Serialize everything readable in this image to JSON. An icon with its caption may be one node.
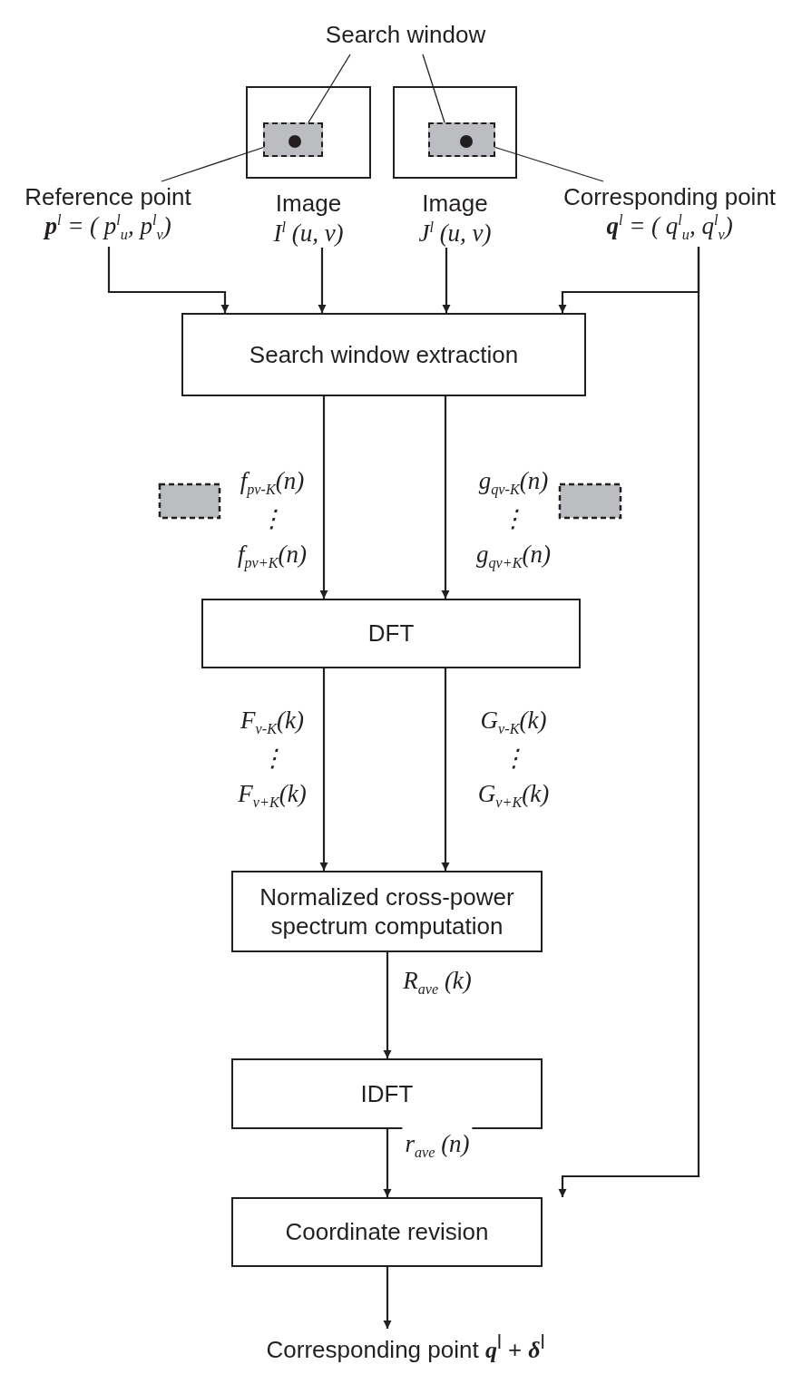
{
  "diagram": {
    "nodes": [
      {
        "text": [
          "Search window"
        ]
      },
      {
        "text": [
          "Image",
          "I$^{l}$ (u, v)"
        ]
      },
      {
        "text": [],
        "shape": "box",
        "in": 1
      },
      {
        "text": [],
        "shape": "circle",
        "in": 2
      },
      {
        "text": [
          "Image",
          "J$^{l}$ (u, v)"
        ]
      },
      {
        "text": [],
        "shape": "box",
        "in": 4
      },
      {
        "text": [],
        "shape": "circle",
        "in": 5
      },
      {
        "text": [
          "Reference point",
          "**p**$^{l}$ = ( p$^{l}$$_{u}$, p$^{l}$$_{v}$)"
        ]
      },
      {
        "text": [
          "Corresponding point",
          "**q**$^{l}$ = ( q$^{l}$$_{u}$, q$^{l}$$_{v}$)"
        ]
      },
      {
        "text": [
          "Search window extraction"
        ]
      },
      {
        "text": [
          "DFT"
        ]
      },
      {
        "text": [
          "Normalized cross-power spectrum computation"
        ]
      },
      {
        "text": [
          "IDFT"
        ]
      },
      {
        "text": [
          "Coordinate revision"
        ]
      },
      {
        "text": [
          "Corresponding point **q**$^{l}$ + **δ**$^{l}$"
        ]
      }
    ],
    "edges": [
      {
        "from": 0,
        "to": 2,
        "arrow": "none"
      },
      {
        "from": 0,
        "to": 5,
        "arrow": "none"
      },
      {
        "from": 7,
        "to": 3,
        "arrow": "none"
      },
      {
        "from": 8,
        "to": 6,
        "arrow": "none"
      },
      {
        "from": 7,
        "to": 9,
        "arrow": "to"
      },
      {
        "from": 1,
        "to": 9,
        "arrow": "to"
      },
      {
        "from": 4,
        "to": 9,
        "arrow": "to"
      },
      {
        "from": 8,
        "to": 9,
        "arrow": "to"
      },
      {
        "from": 8,
        "to": 13,
        "arrow": "to"
      },
      {
        "from": 9,
        "to": 10,
        "arrow": "to",
        "label": "f$_{pv-K}$(n) ⋮ f$_{pv+K}$(n)"
      },
      {
        "from": 9,
        "to": 10,
        "arrow": "to",
        "label": "g$_{qv-K}$(n) ⋮ g$_{qv+K}$(n)"
      },
      {
        "from": 10,
        "to": 11,
        "arrow": "to",
        "label": "F$_{v-K}$(k) ⋮ F$_{v+K}$(k)"
      },
      {
        "from": 10,
        "to": 11,
        "arrow": "to",
        "label": "G$_{v-K}$(k) ⋮ G$_{v+K}$(k)"
      },
      {
        "from": 11,
        "to": 12,
        "arrow": "to",
        "label": "R$_{ave}$ (k)"
      },
      {
        "from": 12,
        "to": 13,
        "arrow": "to",
        "label": "r$_{ave}$ (n)"
      },
      {
        "from": 13,
        "to": 14,
        "arrow": "to"
      }
    ]
  }
}
